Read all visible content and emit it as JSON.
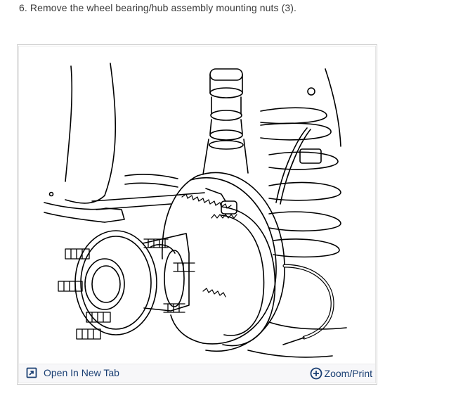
{
  "step": {
    "text": "6. Remove the wheel bearing/hub assembly mounting nuts (3)."
  },
  "figure": {
    "toolbar": {
      "open_label": "Open In New Tab",
      "open_icon": "open-new-tab-icon",
      "zoom_label": "Zoom/Print",
      "zoom_icon": "zoom-plus-icon"
    },
    "colors": {
      "link": "#1a3f73",
      "border": "#cfcfcf",
      "toolbar_bg": "#f7f7f9"
    }
  }
}
